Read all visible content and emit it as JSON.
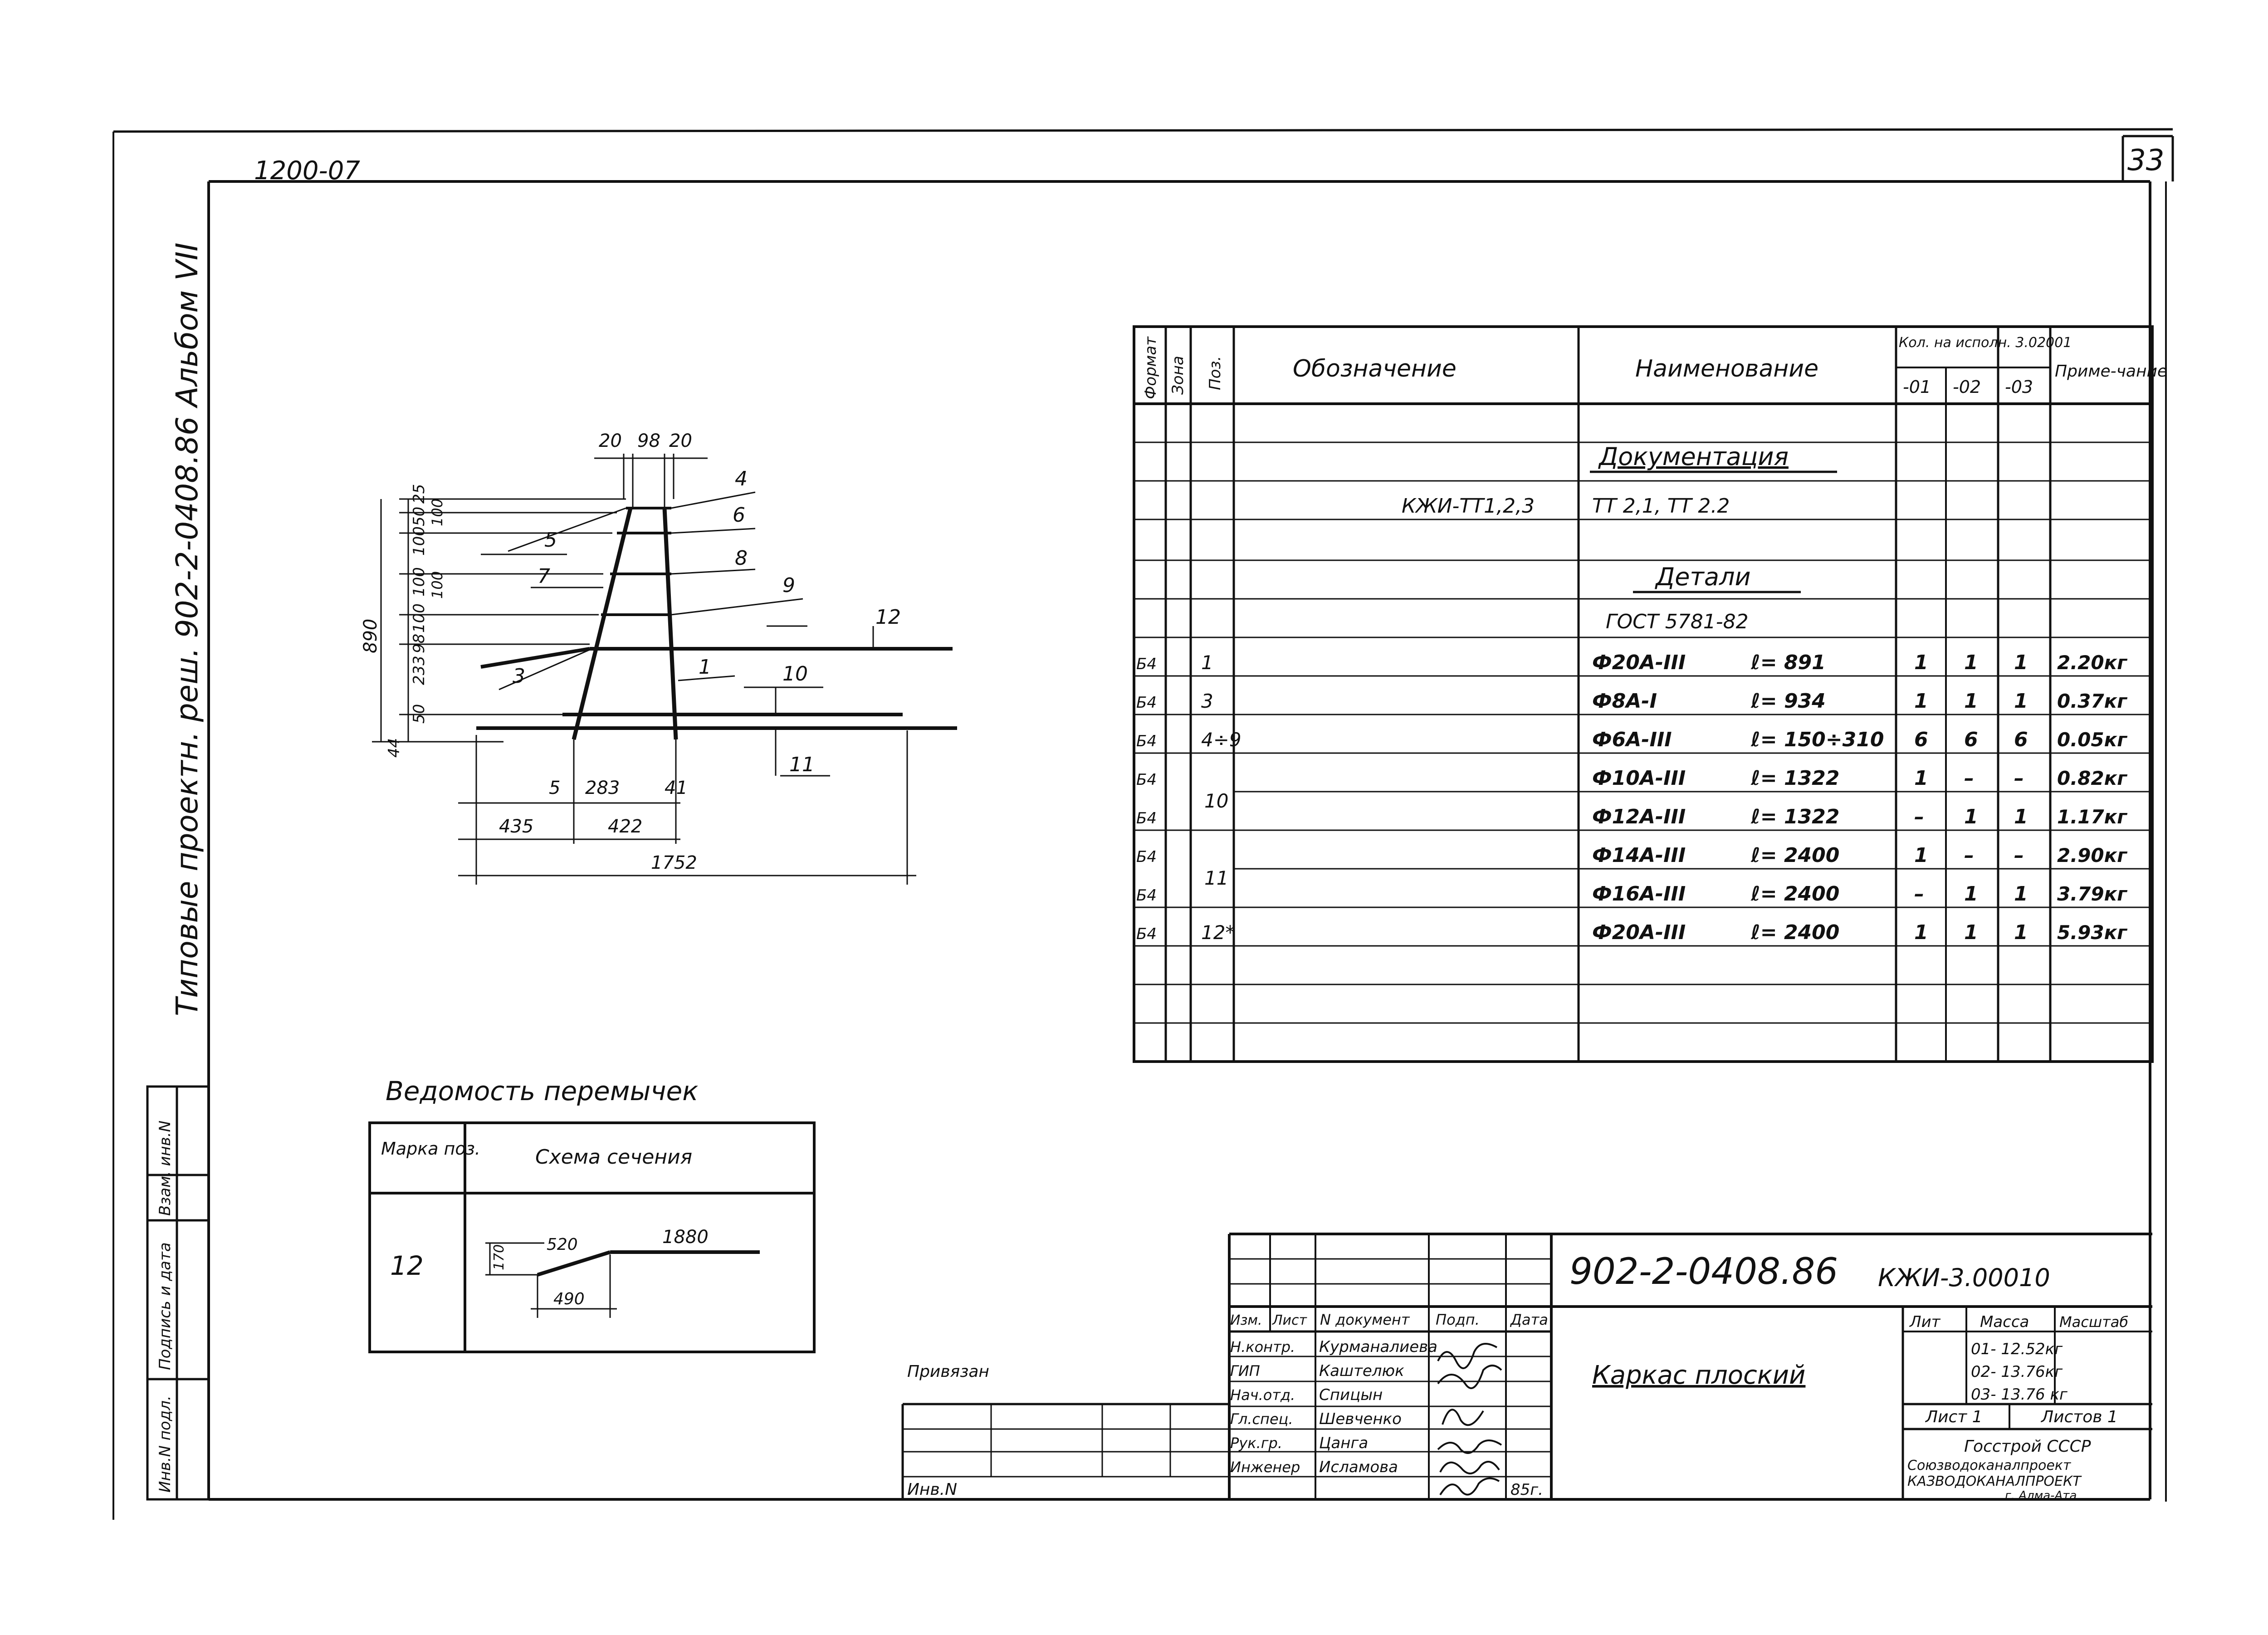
{
  "sheet_corner_number": "33",
  "sheet_code_topleft": "1200-07",
  "side_vertical_title": "Типовые проектн. реш. 902-2-0408.86 Альбом VII",
  "side_stamp_labels": [
    "Инв.N подл.",
    "Подпись и дата",
    "Взам. инв.N"
  ],
  "spec_table": {
    "headers": {
      "format": "Формат",
      "zone": "Зона",
      "pos": "Поз.",
      "designation": "Обозначение",
      "name": "Наименование",
      "qty_group": "Кол. на исполн. 3.02001",
      "qty_cols": [
        "-01",
        "-02",
        "-03"
      ],
      "note": "Приме-чание"
    },
    "section_documentation": "Документация",
    "doc_row": {
      "designation": "КЖИ-ТТ1,2,3",
      "name": "ТТ 2,1, ТТ 2.2"
    },
    "section_details": "Детали",
    "gost": "ГОСТ 5781-82",
    "rows": [
      {
        "format": "Б4",
        "pos": "1",
        "name": "Ф20А-III",
        "length": "ℓ= 891",
        "q1": "1",
        "q2": "1",
        "q3": "1",
        "note": "2.20кг"
      },
      {
        "format": "Б4",
        "pos": "3",
        "name": "Ф8А-I",
        "length": "ℓ= 934",
        "q1": "1",
        "q2": "1",
        "q3": "1",
        "note": "0.37кг"
      },
      {
        "format": "Б4",
        "pos": "4÷9",
        "name": "Ф6А-III",
        "length": "ℓ= 150÷310",
        "q1": "6",
        "q2": "6",
        "q3": "6",
        "note": "0.05кг"
      },
      {
        "format": "Б4",
        "pos": "",
        "name": "Ф10А-III",
        "length": "ℓ= 1322",
        "q1": "1",
        "q2": "–",
        "q3": "–",
        "note": "0.82кг"
      },
      {
        "format": "Б4",
        "pos": "",
        "name": "Ф12А-III",
        "length": "ℓ= 1322",
        "q1": "–",
        "q2": "1",
        "q3": "1",
        "note": "1.17кг"
      },
      {
        "format": "Б4",
        "pos": "",
        "name": "Ф14А-III",
        "length": "ℓ= 2400",
        "q1": "1",
        "q2": "–",
        "q3": "–",
        "note": "2.90кг"
      },
      {
        "format": "Б4",
        "pos": "",
        "name": "Ф16А-III",
        "length": "ℓ= 2400",
        "q1": "–",
        "q2": "1",
        "q3": "1",
        "note": "3.79кг"
      },
      {
        "format": "Б4",
        "pos": "12*",
        "name": "Ф20А-III",
        "length": "ℓ= 2400",
        "q1": "1",
        "q2": "1",
        "q3": "1",
        "note": "5.93кг"
      }
    ],
    "merged_pos": {
      "pos10": "10",
      "pos11": "11"
    }
  },
  "drawing": {
    "top_dims": [
      "20",
      "98",
      "20"
    ],
    "left_dims": [
      "25",
      "50",
      "100",
      "100",
      "100",
      "98",
      "233",
      "50",
      "44"
    ],
    "left_inner_dims": [
      "100",
      "100"
    ],
    "overall_height": "890",
    "bottom_dims": [
      "5",
      "283",
      "41"
    ],
    "lower_dims": [
      "435",
      "422"
    ],
    "overall_width": "1752",
    "labels": [
      "4",
      "6",
      "8",
      "9",
      "5",
      "7",
      "3",
      "1",
      "12",
      "10",
      "11"
    ]
  },
  "lintel_schedule": {
    "title": "Ведомость перемычек",
    "col_mark": "Марка поз.",
    "col_scheme": "Схема сечения",
    "mark": "12",
    "dims": [
      "170",
      "520",
      "1880",
      "490"
    ]
  },
  "title_block": {
    "doc_number": "902-2-0408.86",
    "code": "КЖИ-3.00010",
    "title": "Каркас плоский",
    "header_cols": [
      "Изм.",
      "Лист",
      "N документ",
      "Подп.",
      "Дата"
    ],
    "roles": [
      {
        "role": "Н.контр.",
        "name": "Курманалиева"
      },
      {
        "role": "ГИП",
        "name": "Каштелюк"
      },
      {
        "role": "Нач.отд.",
        "name": "Спицын"
      },
      {
        "role": "Гл.спец.",
        "name": "Шевченко"
      },
      {
        "role": "Рук.гр.",
        "name": "Цанга"
      },
      {
        "role": "Инженер",
        "name": "Исламова"
      }
    ],
    "date_value": "85г.",
    "lit_label": "Лит",
    "mass_label": "Масса",
    "scale_label": "Масштаб",
    "masses": [
      "01- 12.52кг",
      "02- 13.76кг",
      "03- 13.76 кг"
    ],
    "sheet_label": "Лист 1",
    "sheets_label": "Листов 1",
    "org_lines": [
      "Госстрой СССР",
      "Союзводоканалпроект",
      "КАЗВОДОКАНАЛПРОЕКТ",
      "г. Алма-Ата"
    ],
    "linked": "Привязан",
    "inv": "Инв.N"
  }
}
